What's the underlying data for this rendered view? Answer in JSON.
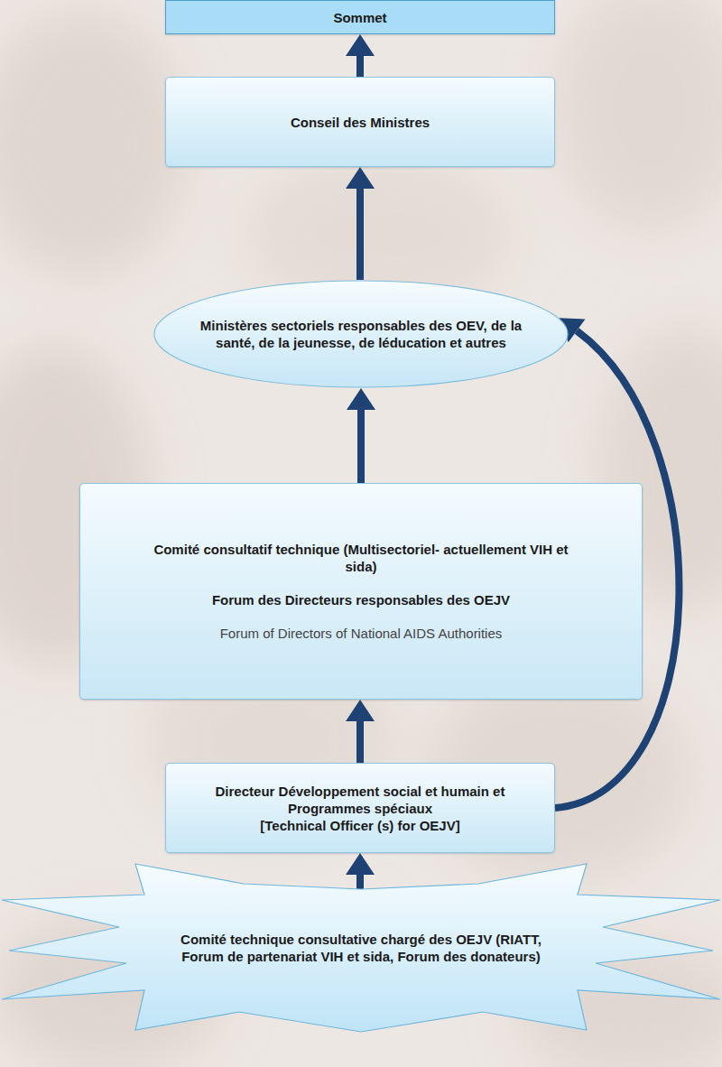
{
  "diagram": {
    "nodes": [
      {
        "text": [
          "Sommet"
        ]
      },
      {
        "text": [
          "Conseil des Ministres"
        ]
      },
      {
        "text": [
          "Ministères sectoriels responsables des OEV, de la santé, de la jeunesse, de léducation et autres"
        ]
      },
      {
        "text": [
          "Comité consultatif technique (Multisectoriel- actuellement VIH et sida)",
          "Forum des Directeurs responsables des OEJV",
          "Forum of Directors of National AIDS Authorities"
        ]
      },
      {
        "text": [
          "Directeur Développement social et humain et Programmes spéciaux",
          "[Technical Officer (s) for OEJV]"
        ]
      },
      {
        "text": [
          "Comité technique consultative chargé des OEJV (RIATT, Forum de partenariat VIH et sida, Forum des donateurs)"
        ]
      }
    ],
    "edges": [
      {
        "from": 5,
        "to": 4,
        "arrow": "to"
      },
      {
        "from": 4,
        "to": 3,
        "arrow": "to"
      },
      {
        "from": 3,
        "to": 2,
        "arrow": "to"
      },
      {
        "from": 2,
        "to": 1,
        "arrow": "to"
      },
      {
        "from": 1,
        "to": 0,
        "arrow": "to"
      },
      {
        "from": 4,
        "to": 2,
        "arrow": "to"
      }
    ]
  }
}
